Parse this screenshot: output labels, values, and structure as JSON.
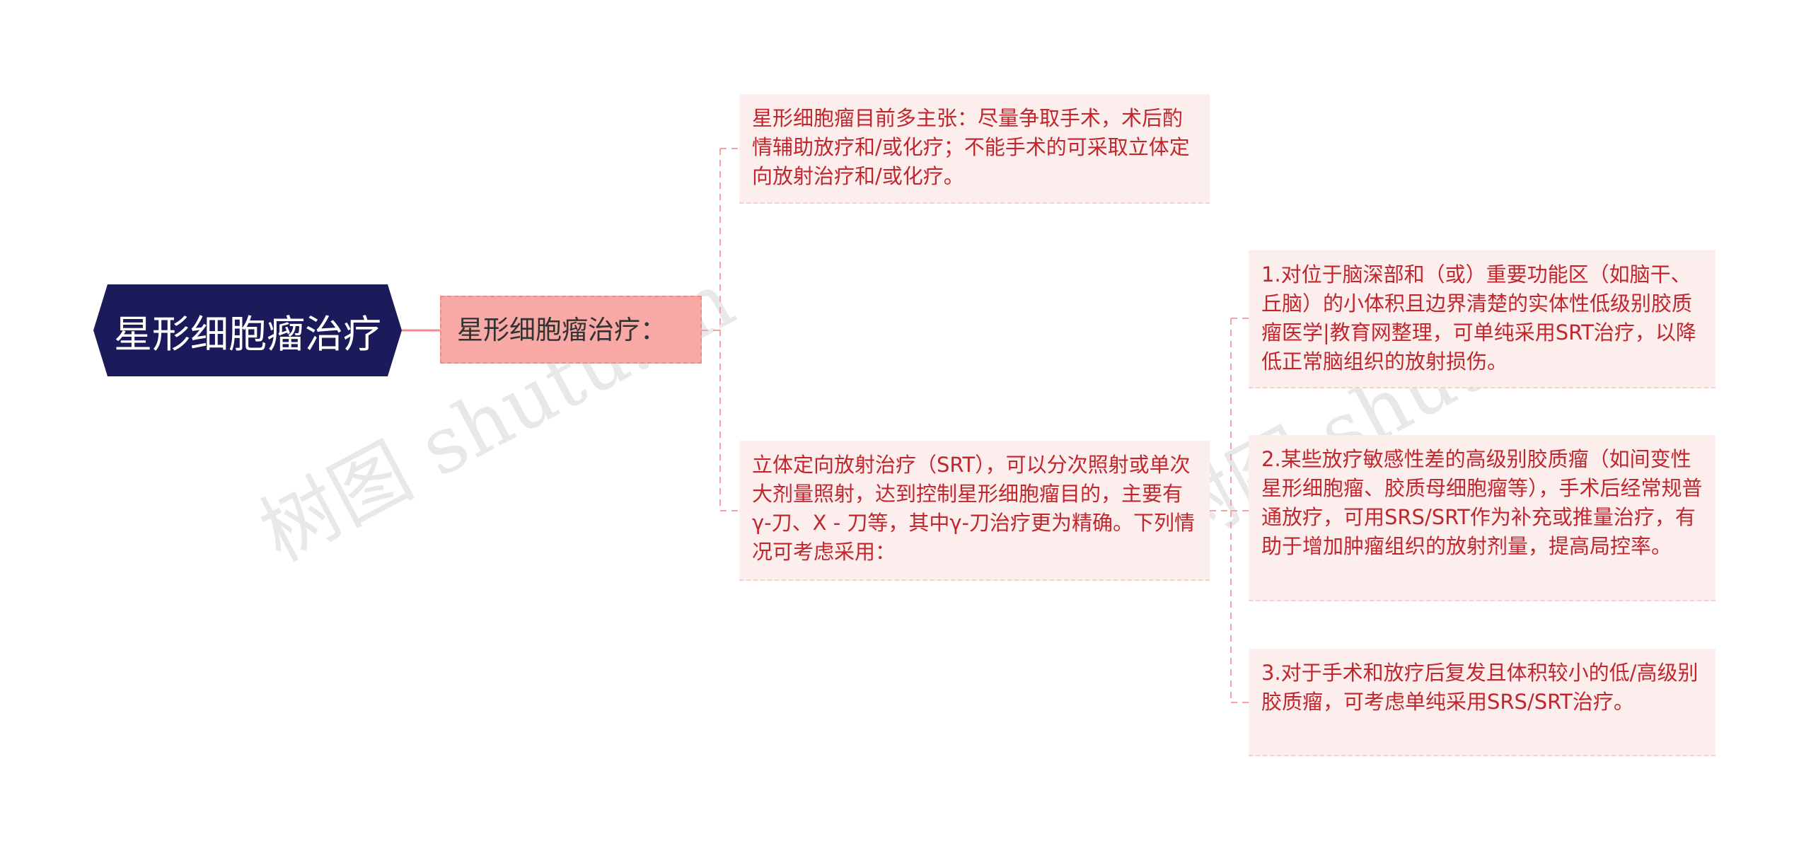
{
  "root": {
    "label": "星形细胞瘤治疗",
    "color": "#1b1a5a"
  },
  "branch": {
    "label": "星形细胞瘤治疗："
  },
  "leaves": [
    {
      "text": "星形细胞瘤目前多主张：尽量争取手术，术后酌情辅助放疗和/或化疗；不能手术的可采取立体定向放射治疗和/或化疗。"
    },
    {
      "text": "立体定向放射治疗（SRT），可以分次照射或单次大剂量照射，达到控制星形细胞瘤目的，主要有γ-刀、X - 刀等，其中γ-刀治疗更为精确。下列情况可考虑采用："
    }
  ],
  "subleaves": [
    {
      "text": "1.对位于脑深部和（或）重要功能区（如脑干、丘脑）的小体积且边界清楚的实体性低级别胶质瘤医学|教育网整理，可单纯采用SRT治疗，以降低正常脑组织的放射损伤。"
    },
    {
      "text": "2.某些放疗敏感性差的高级别胶质瘤（如间变性星形细胞瘤、胶质母细胞瘤等），手术后经常规普通放疗，可用SRS/SRT作为补充或推量治疗，有助于增加肿瘤组织的放射剂量，提高局控率。"
    },
    {
      "text": "3.对于手术和放疗后复发且体积较小的低/高级别胶质瘤，可考虑单纯采用SRS/SRT治疗。"
    }
  ],
  "watermarks": [
    "树图 shutu.cn",
    "树图 shutu.cn"
  ],
  "colors": {
    "accent": "#f8a9a6",
    "text": "#c0272d",
    "line": "#f2a5a5"
  }
}
